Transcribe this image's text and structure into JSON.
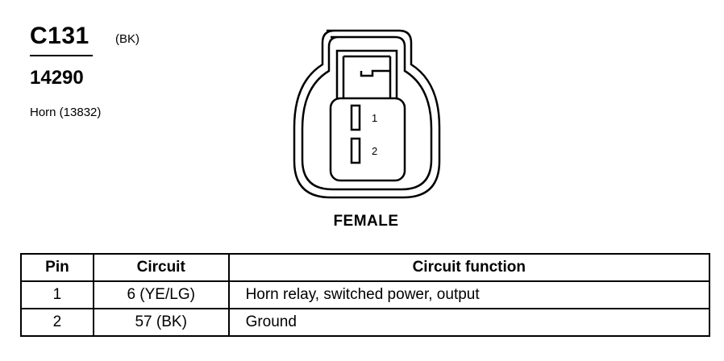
{
  "connector": {
    "id": "C131",
    "color_code": "(BK)",
    "part_number": "14290",
    "description": "Horn (13832)",
    "gender": "FEMALE",
    "pins": [
      {
        "label": "1"
      },
      {
        "label": "2"
      }
    ]
  },
  "table": {
    "headers": {
      "pin": "Pin",
      "circuit": "Circuit",
      "function": "Circuit function"
    },
    "rows": [
      {
        "pin": "1",
        "circuit": "6 (YE/LG)",
        "function": "Horn relay, switched power, output"
      },
      {
        "pin": "2",
        "circuit": "57 (BK)",
        "function": "Ground"
      }
    ]
  }
}
